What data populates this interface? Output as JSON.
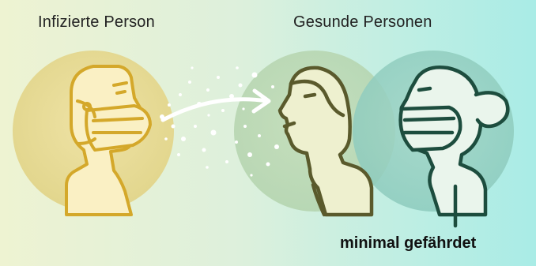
{
  "labels": {
    "infected_person": "Infizierte Person",
    "healthy_persons": "Gesunde Personen",
    "risk_level": "minimal gefährdet"
  },
  "colors": {
    "infected": "#d4a82a",
    "healthy_front": "#5a5a2c",
    "healthy_back": "#1d4d3e",
    "droplet": "#ffffff"
  },
  "icons": [
    "infected-person-icon",
    "mask-icon",
    "airflow-arrow-icon",
    "healthy-person-icon",
    "masked-woman-icon"
  ]
}
